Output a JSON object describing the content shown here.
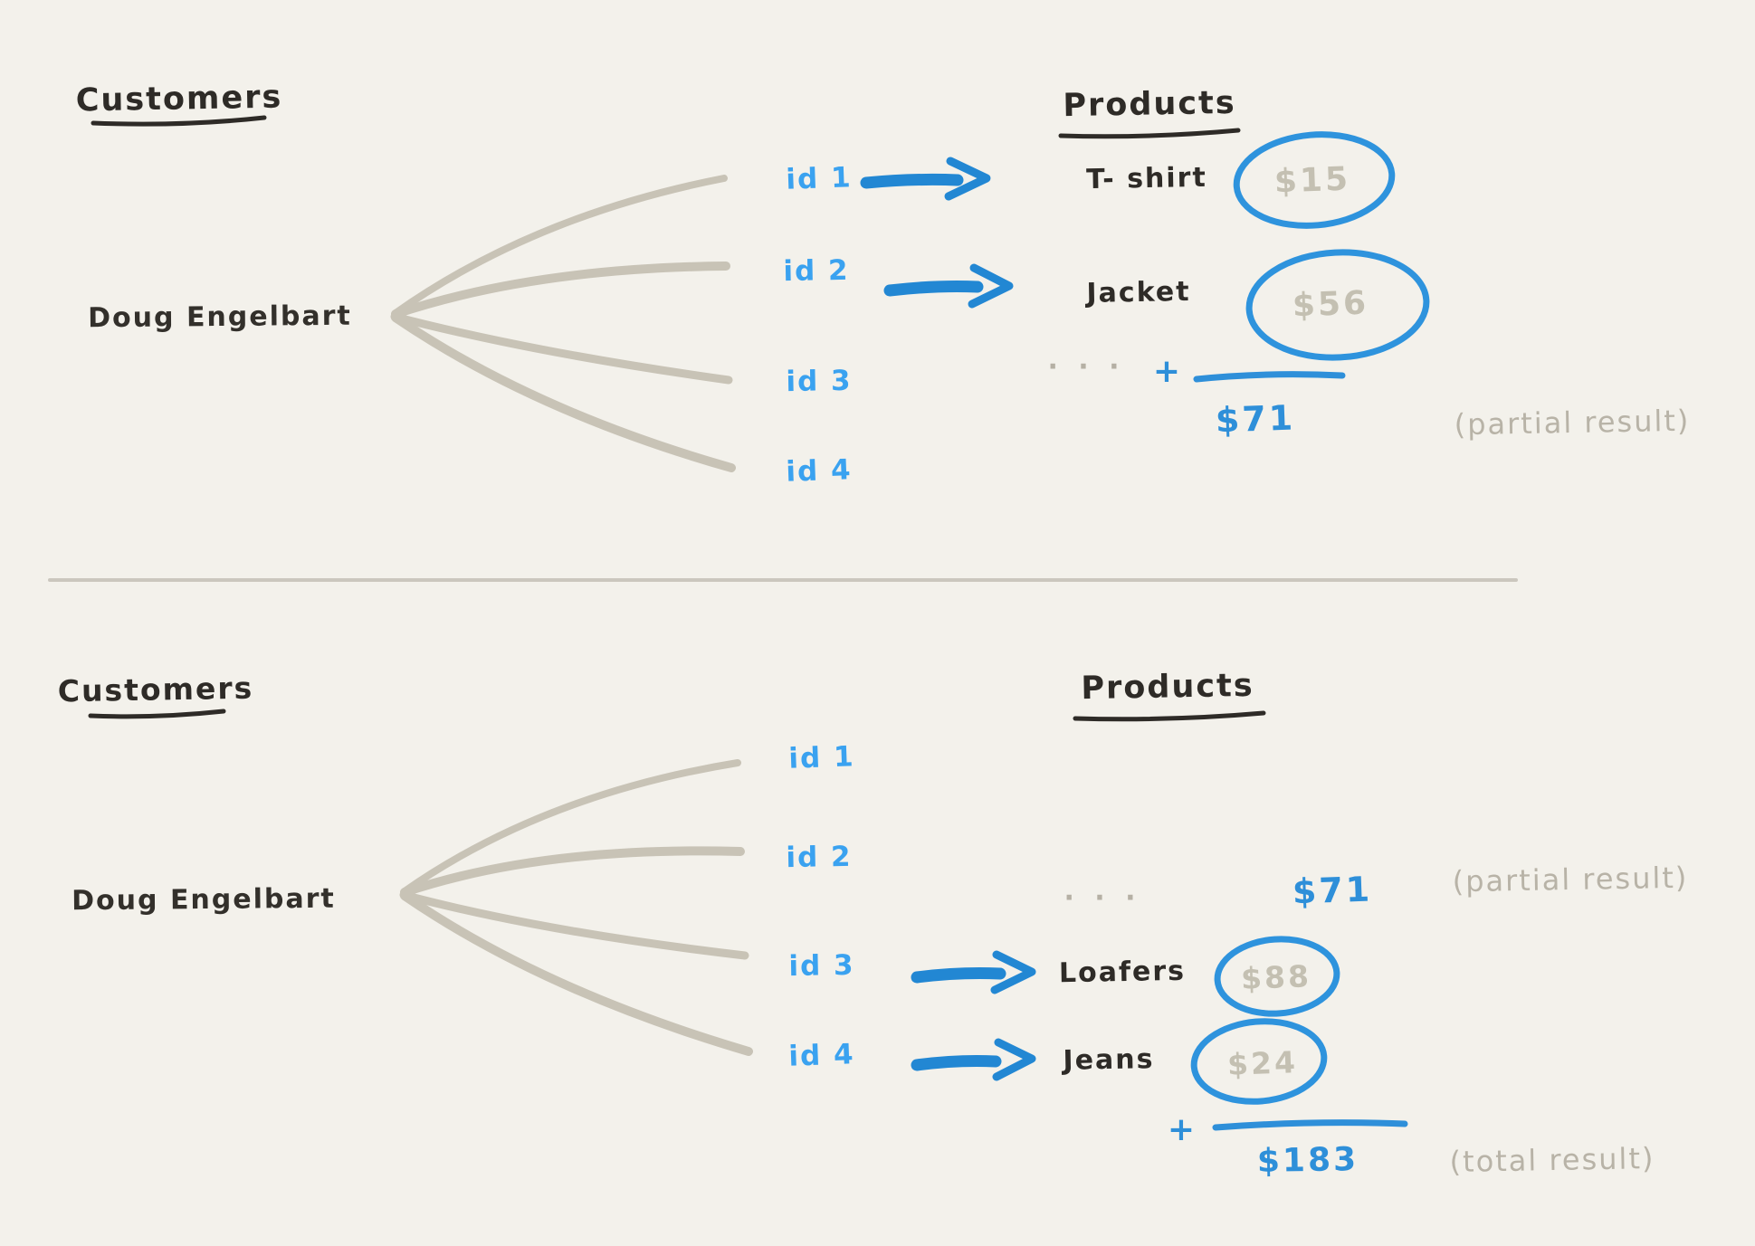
{
  "colors": {
    "background": "#f3f1eb",
    "ink": "#2e2b27",
    "id_blue": "#3aa2f0",
    "accent_blue": "#2287d3",
    "price_gray": "#c4c0b2",
    "note_gray": "#b8b3a7",
    "fan_line_tan": "#c8c3b6"
  },
  "top": {
    "customers_heading": "Customers",
    "customer_name": "Doug Engelbart",
    "products_heading": "Products",
    "ids": [
      "id 1",
      "id 2",
      "id 3",
      "id 4"
    ],
    "products": [
      {
        "name": "T- shirt",
        "price": "$15"
      },
      {
        "name": "Jacket",
        "price": "$56"
      }
    ],
    "ellipsis": "· · ·",
    "plus": "+",
    "partial_sum": "$71",
    "partial_note": "(partial result)"
  },
  "bottom": {
    "customers_heading": "Customers",
    "customer_name": "Doug Engelbart",
    "products_heading": "Products",
    "ids": [
      "id 1",
      "id 2",
      "id 3",
      "id 4"
    ],
    "ellipsis": "· · ·",
    "carried_partial_sum": "$71",
    "partial_note": "(partial result)",
    "products": [
      {
        "name": "Loafers",
        "price": "$88"
      },
      {
        "name": "Jeans",
        "price": "$24"
      }
    ],
    "plus": "+",
    "total_sum": "$183",
    "total_note": "(total result)"
  }
}
